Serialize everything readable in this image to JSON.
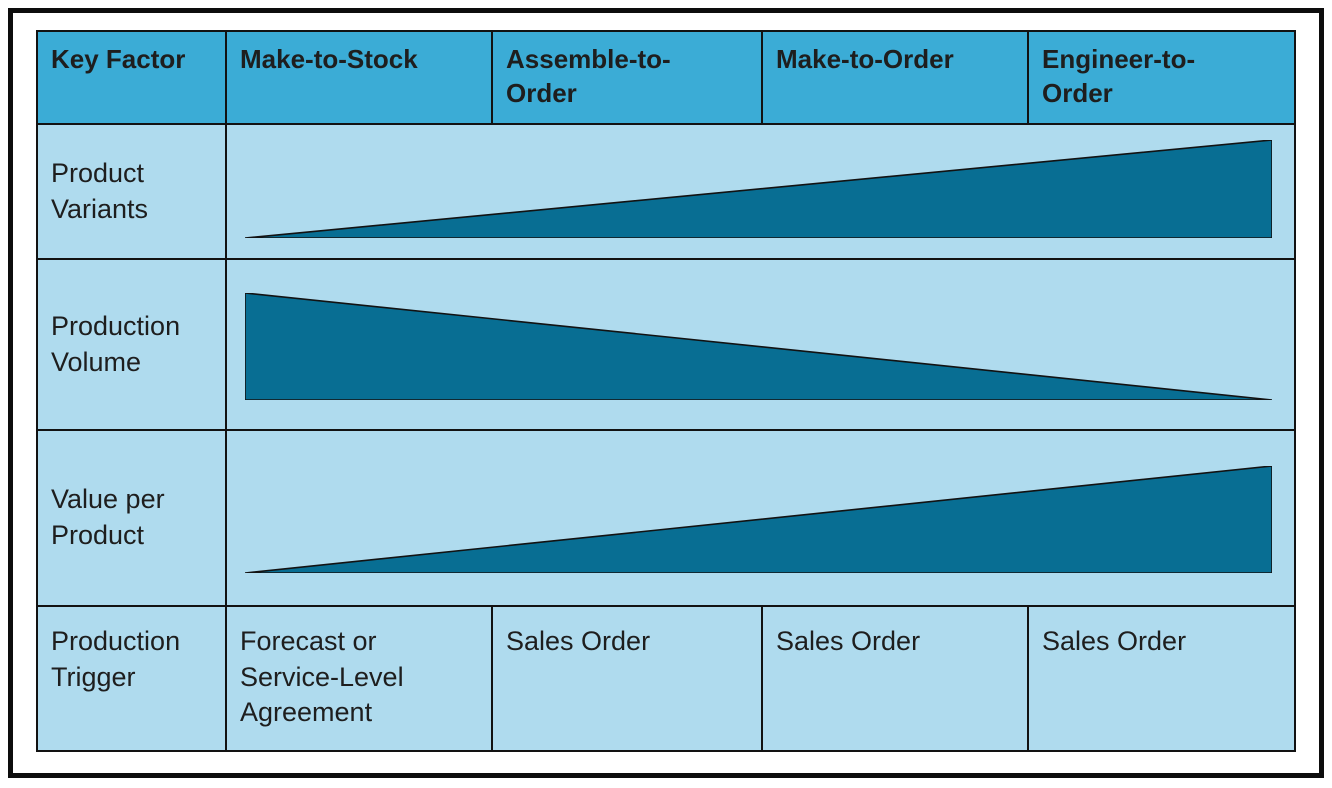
{
  "figure": {
    "header": [
      "Key Factor",
      "Make-to-Stock",
      "Assemble-to-Order",
      "Make-to-Order",
      "Engineer-to-Order"
    ],
    "rows": [
      {
        "label": "Product Variants",
        "type": "wedge",
        "trend": "increasing left to right"
      },
      {
        "label": "Production Volume",
        "type": "wedge",
        "trend": "decreasing left to right"
      },
      {
        "label": "Value per Product",
        "type": "wedge",
        "trend": "increasing left to right"
      },
      {
        "label": "Production Trigger",
        "type": "text",
        "cells": [
          "Forecast or Service-Level Agreement",
          "Sales Order",
          "Sales Order",
          "Sales Order"
        ]
      }
    ],
    "colors": {
      "header_bg": "#3BACD6",
      "body_bg": "#AFDBEE",
      "wedge_fill": "#086E93",
      "border": "#121212",
      "text": "#1E1E1E"
    }
  }
}
